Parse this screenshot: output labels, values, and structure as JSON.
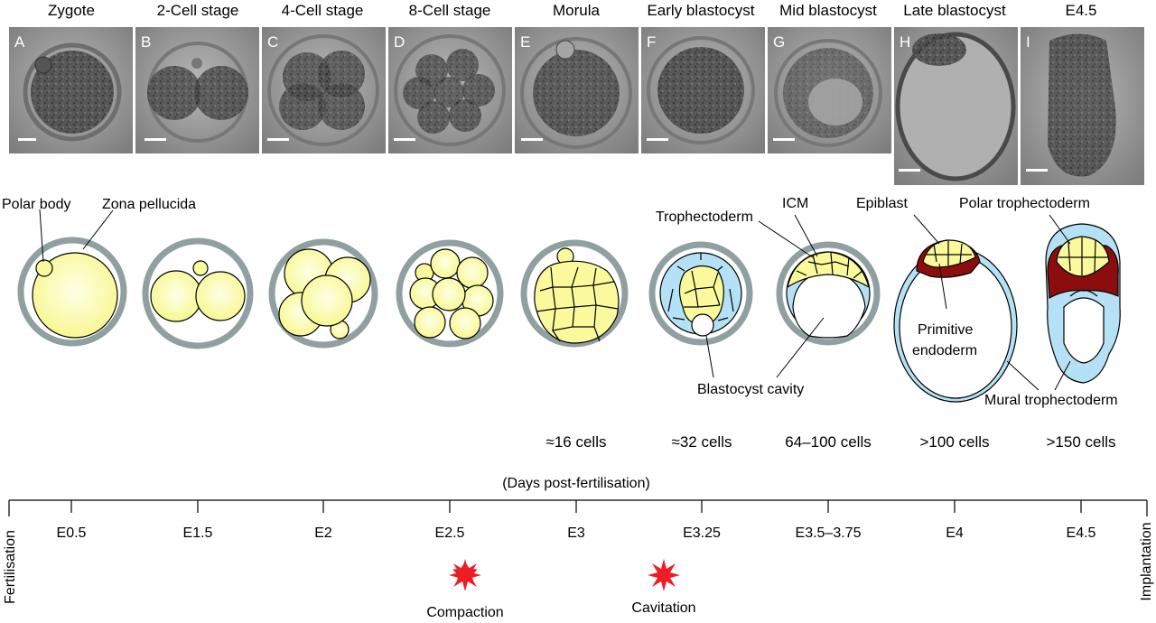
{
  "stages": [
    {
      "title": "Zygote",
      "letter": "A"
    },
    {
      "title": "2-Cell stage",
      "letter": "B"
    },
    {
      "title": "4-Cell stage",
      "letter": "C"
    },
    {
      "title": "8-Cell stage",
      "letter": "D"
    },
    {
      "title": "Morula",
      "letter": "E"
    },
    {
      "title": "Early blastocyst",
      "letter": "F"
    },
    {
      "title": "Mid blastocyst",
      "letter": "G"
    },
    {
      "title": "Late blastocyst",
      "letter": "H"
    },
    {
      "title": "E4.5",
      "letter": "I"
    }
  ],
  "labels": {
    "polar_body": "Polar body",
    "zona_pellucida": "Zona pellucida",
    "trophectoderm": "Trophectoderm",
    "icm": "ICM",
    "epiblast": "Epiblast",
    "polar_trophectoderm": "Polar trophectoderm",
    "primitive_endoderm_1": "Primitive",
    "primitive_endoderm_2": "endoderm",
    "blastocyst_cavity": "Blastocyst cavity",
    "mural_trophectoderm": "Mural trophectoderm"
  },
  "cell_counts": [
    "≈16 cells",
    "≈32 cells",
    "64–100 cells",
    ">100 cells",
    ">150 cells"
  ],
  "timeline": {
    "title": "(Days post-fertilisation)",
    "start": "Fertilisation",
    "end": "Implantation",
    "ticks": [
      "E0.5",
      "E1.5",
      "E2",
      "E2.5",
      "E3",
      "E3.25",
      "E3.5–3.75",
      "E4",
      "E4.5"
    ],
    "events": [
      "Compaction",
      "Cavitation"
    ]
  },
  "colors": {
    "zona": "#90a0a0",
    "cell_yellow": "#fafa9c",
    "trophectoderm_blue": "#b4e1f5",
    "endoderm_red": "#8c0d0d",
    "event_star": "#ee1c25",
    "photo_bg": "#9a9a9a"
  }
}
